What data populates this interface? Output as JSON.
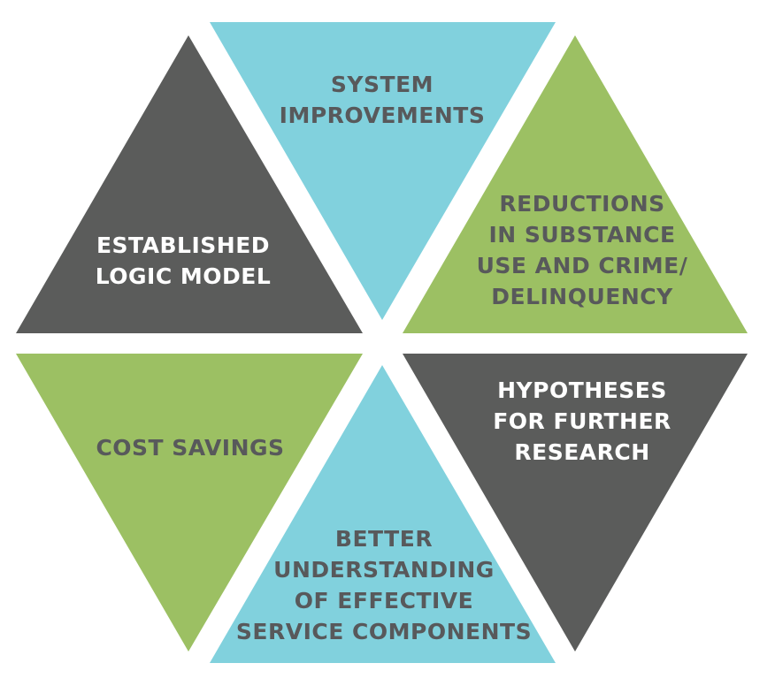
{
  "colors": {
    "dark": "#5b5c5b",
    "blue": "#81d1dd",
    "green": "#9cc063",
    "text_dark": "#58595b",
    "text_light": "#ffffff"
  },
  "segments": [
    {
      "id": "established-logic-model",
      "lines": [
        "ESTABLISHED",
        "LOGIC MODEL"
      ]
    },
    {
      "id": "system-improvements",
      "lines": [
        "SYSTEM",
        "IMPROVEMENTS"
      ]
    },
    {
      "id": "reductions-substance-use",
      "lines": [
        "REDUCTIONS",
        "IN SUBSTANCE",
        "USE AND CRIME/",
        "DELINQUENCY"
      ]
    },
    {
      "id": "cost-savings",
      "lines": [
        "COST SAVINGS"
      ]
    },
    {
      "id": "better-understanding",
      "lines": [
        "BETTER",
        "UNDERSTANDING",
        "OF EFFECTIVE",
        "SERVICE COMPONENTS"
      ]
    },
    {
      "id": "hypotheses-further-research",
      "lines": [
        "HYPOTHESES",
        "FOR FURTHER",
        "RESEARCH"
      ]
    }
  ]
}
